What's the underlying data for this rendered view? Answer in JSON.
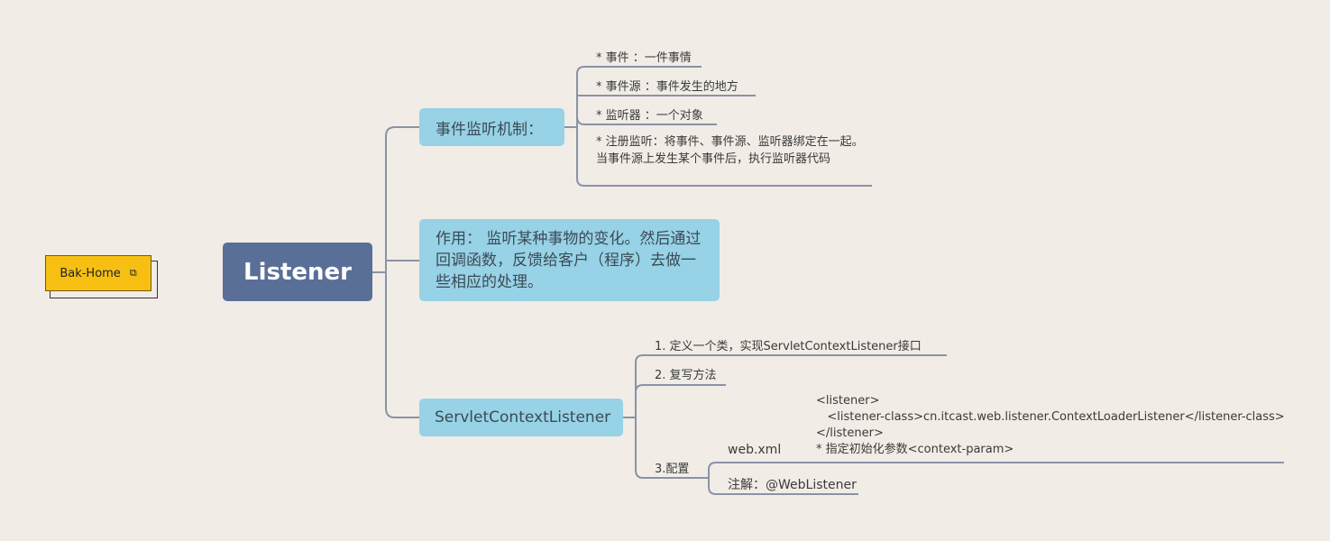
{
  "sticky": {
    "label": "Bak-Home"
  },
  "root": {
    "label": "Listener"
  },
  "branches": [
    {
      "label": "事件监听机制：",
      "children": [
        "* 事件 ：一件事情",
        "* 事件源 ：事件发生的地方",
        "* 监听器 ：一个对象",
        "* 注册监听：将事件、事件源、监听器绑定在一起。 当事件源上发生某个事件后，执行监听器代码"
      ]
    },
    {
      "label": "作用： 监听某种事物的变化。然后通过回调函数，反馈给客户（程序）去做一些相应的处理。"
    },
    {
      "label": "ServletContextListener",
      "children": [
        "1. 定义一个类，实现ServletContextListener接口",
        "2. 复写方法",
        "3.配置"
      ],
      "config": {
        "webxml_label": "web.xml",
        "webxml_code": "<listener>\n   <listener-class>cn.itcast.web.listener.ContextLoaderListener</listener-class>\n</listener>\n* 指定初始化参数<context-param>",
        "annotation": "注解：@WebListener"
      }
    }
  ],
  "colors": {
    "background": "#f1ece6",
    "root": "#5a6f98",
    "topic": "#97d2e6",
    "sticky": "#f6bf12",
    "line": "#8a93a6"
  }
}
